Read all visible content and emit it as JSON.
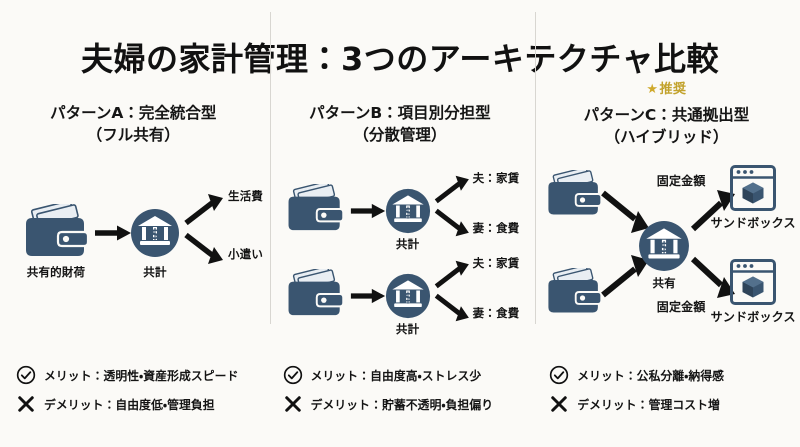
{
  "title": "夫婦の家計管理：3つのアーキテクチャ比較",
  "colors": {
    "background": "#fbfaf7",
    "icon_navy": "#3a5570",
    "icon_navy_dark": "#2f4459",
    "icon_card_light": "#e9eef3",
    "text": "#141414",
    "divider": "#d8d6d1",
    "recommend_gold": "#c2a22c",
    "arrow": "#111111"
  },
  "columns": [
    {
      "id": "pattern-a",
      "badge": null,
      "heading_line1": "パターンA：完全統合型",
      "heading_line2": "（フル共有）",
      "recommended": false,
      "diagram": {
        "type": "single-flow",
        "source_label": "共有的財荷",
        "hub_label": "共計",
        "outputs": [
          "生活費",
          "小遣い"
        ],
        "edge_labels": []
      },
      "notes": [
        {
          "icon": "check-circle-icon",
          "text": "メリット：透明性・資産形成スピード"
        },
        {
          "icon": "cross-icon",
          "text": "デメリット：自由度低・管理負担"
        }
      ]
    },
    {
      "id": "pattern-b",
      "badge": null,
      "heading_line1": "パターンB：項目別分担型",
      "heading_line2": "（分散管理）",
      "recommended": false,
      "diagram": {
        "type": "double-flow",
        "rows": [
          {
            "hub_label": "共計",
            "outputs": [
              "夫：家賃",
              "妻：食費"
            ]
          },
          {
            "hub_label": "共計",
            "outputs": [
              "夫：家賃",
              "妻：食費"
            ]
          }
        ]
      },
      "notes": [
        {
          "icon": "check-circle-icon",
          "text": "メリット：自由度高・ストレス少"
        },
        {
          "icon": "cross-icon",
          "text": "デメリット：貯蓄不透明・負担偏り"
        }
      ]
    },
    {
      "id": "pattern-c",
      "badge": "推奨",
      "badge_star": "★",
      "heading_line1": "パターンC：共通拠出型",
      "heading_line2": "（ハイブリッド）",
      "recommended": true,
      "diagram": {
        "type": "merge-split",
        "hub_label": "共有",
        "edge_labels": [
          "固定金額",
          "固定金額"
        ],
        "outputs": [
          "サンドボックス",
          "サンドボックス"
        ]
      },
      "notes": [
        {
          "icon": "check-circle-icon",
          "text": "メリット：公私分離・納得感"
        },
        {
          "icon": "cross-icon",
          "text": "デメリット：管理コスト増"
        }
      ]
    }
  ]
}
